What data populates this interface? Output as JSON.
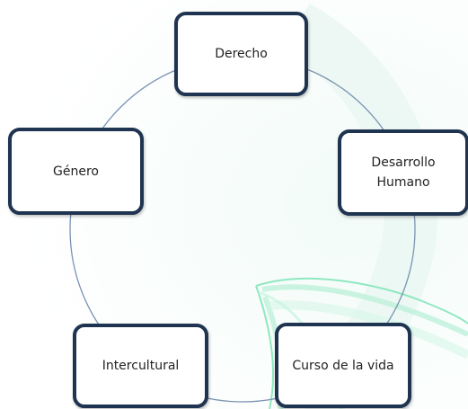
{
  "diagram": {
    "type": "cycle",
    "nodes": [
      {
        "id": "derecho",
        "label": "Derecho"
      },
      {
        "id": "desarrollo",
        "label": "Desarrollo Humano"
      },
      {
        "id": "curso",
        "label": "Curso de la vida"
      },
      {
        "id": "intercultural",
        "label": "Intercultural"
      },
      {
        "id": "genero",
        "label": "Género"
      }
    ],
    "colors": {
      "node_border": "#1f3450",
      "cycle_line": "#7b93b3",
      "swirl": "#8fe8c0"
    }
  }
}
